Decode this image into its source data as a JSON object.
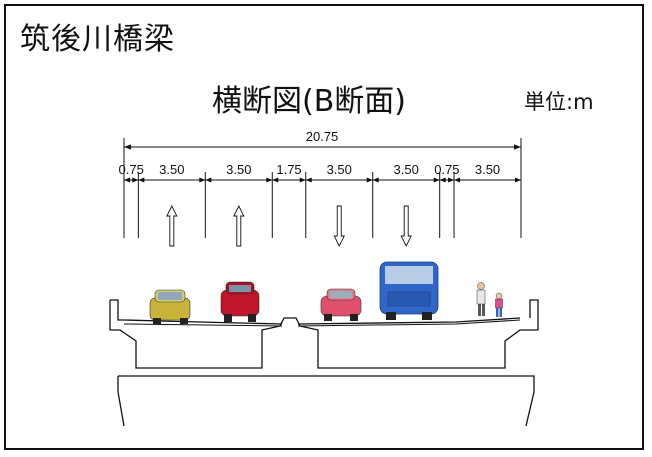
{
  "title": "筑後川橋梁",
  "heading": "横断図(B断面)",
  "unit": "単位:m",
  "dimensions": {
    "total": "20.75",
    "segments": [
      "0.75",
      "3.50",
      "3.50",
      "1.75",
      "3.50",
      "3.50",
      "0.75",
      "3.50"
    ]
  },
  "lane_directions": [
    "up",
    "up",
    "down",
    "down"
  ],
  "colors": {
    "line": "#111111",
    "car_yellow": "#c8b43a",
    "car_red": "#c0162c",
    "car_pink": "#e0506a",
    "bus_blue": "#2f66c8"
  }
}
